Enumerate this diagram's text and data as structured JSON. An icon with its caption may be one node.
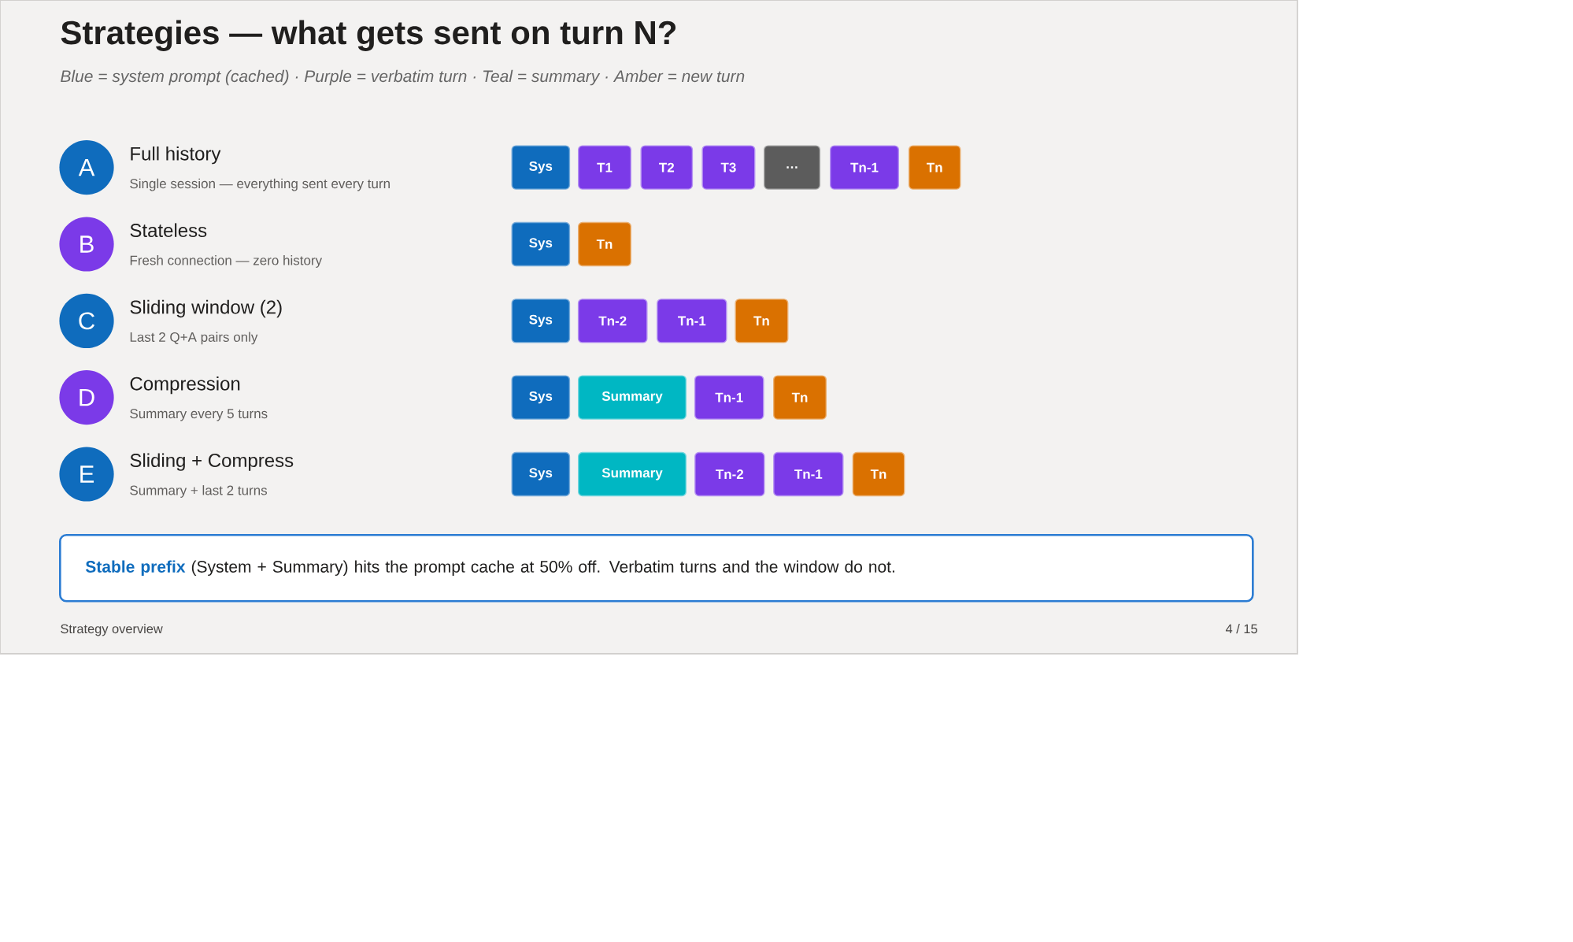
{
  "diagram": {
    "title": "Strategies — what gets sent on turn N?",
    "nodes": [
      {
        "text": [
          "A"
        ],
        "beside": [
          "Full history",
          "Single session — everything sent every turn"
        ]
      },
      {
        "text": [
          "Sys"
        ]
      },
      {
        "text": [
          "T1"
        ]
      },
      {
        "text": [
          "T2"
        ]
      },
      {
        "text": [
          "T3"
        ]
      },
      {
        "text": [
          "…"
        ]
      },
      {
        "text": [
          "Tn-1"
        ]
      },
      {
        "text": [
          "Tn"
        ]
      },
      {
        "text": [
          "B"
        ],
        "beside": [
          "Stateless",
          "Fresh connection — zero history"
        ]
      },
      {
        "text": [
          "Sys"
        ]
      },
      {
        "text": [
          "Tn"
        ]
      },
      {
        "text": [
          "C"
        ],
        "beside": [
          "Sliding window (2)",
          "Last 2 Q+A pairs only"
        ]
      },
      {
        "text": [
          "Sys"
        ]
      },
      {
        "text": [
          "Tn-2"
        ]
      },
      {
        "text": [
          "Tn-1"
        ]
      },
      {
        "text": [
          "Tn"
        ]
      },
      {
        "text": [
          "D"
        ],
        "beside": [
          "Compression",
          "Summary every 5 turns"
        ]
      },
      {
        "text": [
          "Sys"
        ]
      },
      {
        "text": [
          "Summary"
        ]
      },
      {
        "text": [
          "Tn-1"
        ]
      },
      {
        "text": [
          "Tn"
        ]
      },
      {
        "text": [
          "E"
        ],
        "beside": [
          "Sliding + Compress",
          "Summary + last 2 turns"
        ]
      },
      {
        "text": [
          "Sys"
        ]
      },
      {
        "text": [
          "Summary"
        ]
      },
      {
        "text": [
          "Tn-2"
        ]
      },
      {
        "text": [
          "Tn-1"
        ]
      },
      {
        "text": [
          "Tn"
        ]
      },
      {
        "text": [
          "**Stable prefix** (System + Summary) hits the prompt cache at 50% off. Verbatim turns and the window do not."
        ]
      }
    ],
    "labels": [
      "Blue = system prompt (cached) · Purple = verbatim turn · Teal = summary · Amber = new turn",
      "Strategy overview",
      "4 / 15"
    ]
  }
}
